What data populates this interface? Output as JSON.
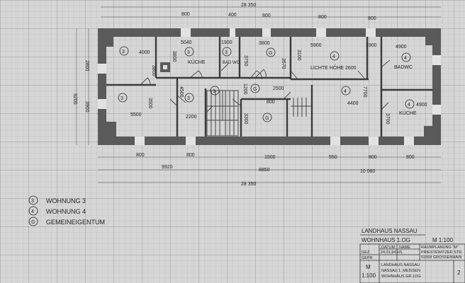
{
  "dimensions": {
    "top_total": "28 350",
    "top_openings": [
      "800",
      "400",
      "800",
      "800",
      "800"
    ],
    "bottom_openings": [
      "800",
      "800",
      "1500",
      "550",
      "800",
      "800"
    ],
    "bottom_segments": [
      "9920",
      "8850",
      "10 080"
    ],
    "bottom_total": "28 350",
    "left_total": "9200",
    "left_upper": "2800",
    "left_lower": "3900"
  },
  "rooms": [
    {
      "unit": "3",
      "size": "4000",
      "height_dim": "3800"
    },
    {
      "unit": "3",
      "size": "5040",
      "name": "KÜCHE",
      "height_dim": "3800"
    },
    {
      "unit": "3",
      "size": "1900",
      "name": "BAD WC",
      "height_dim": "3750"
    },
    {
      "unit": "G",
      "size": "3800",
      "height_dim": "3570"
    },
    {
      "unit": "4",
      "size": "5900",
      "name": "LICHTE HÖHE 2600",
      "height_dim": "3100"
    },
    {
      "unit": "4",
      "size": "4900",
      "name": "BADWC",
      "extra": "1900"
    },
    {
      "unit": "3",
      "size": "5500",
      "height_dim": "3500"
    },
    {
      "unit": "3",
      "size": "2200",
      "height_dim": "4500"
    },
    {
      "unit": "3"
    },
    {
      "unit": "G",
      "size": "2500",
      "height_dim": "1200",
      "extra": "800"
    },
    {
      "unit": "G",
      "height_dim": "3300"
    },
    {
      "unit": "4",
      "size": "4400",
      "height_dim": "7700"
    },
    {
      "unit": "4",
      "size": "4900",
      "name": "KÜCHE",
      "height_dim": "3700"
    }
  ],
  "legend": [
    {
      "symbol": "3",
      "label": "WOHNUNG 3"
    },
    {
      "symbol": "4",
      "label": "WOHNUNG 4"
    },
    {
      "symbol": "G",
      "label": "GEMEINEIGENTUM"
    }
  ],
  "title_block": {
    "project": "LANDHAUS NASSAU",
    "drawing": "WOHNHAUS 1.OG",
    "scale": "M 1:100",
    "col_datum": "DATUM",
    "col_name": "NAME",
    "row_gez": "GEZ",
    "row_gepr": "GEPR",
    "gez_value": "24.01.94  HS",
    "office": [
      "RAUMPLANUNG \"M\"",
      "PRIESTEWITZER STR.",
      "01558 GROSSENHAIN"
    ],
    "scale_box": [
      "M",
      "1:100"
    ],
    "footer": [
      "LANDHAUS NASSAU",
      "NASSAU 1, MEISSEN",
      "WOHNHAUS GR.1OG"
    ],
    "sheet": "2"
  },
  "colors": {
    "paper": "#d6d6d6",
    "grid": "#a8a8a8",
    "wall": "#5a5a5a",
    "ink": "#222222"
  }
}
